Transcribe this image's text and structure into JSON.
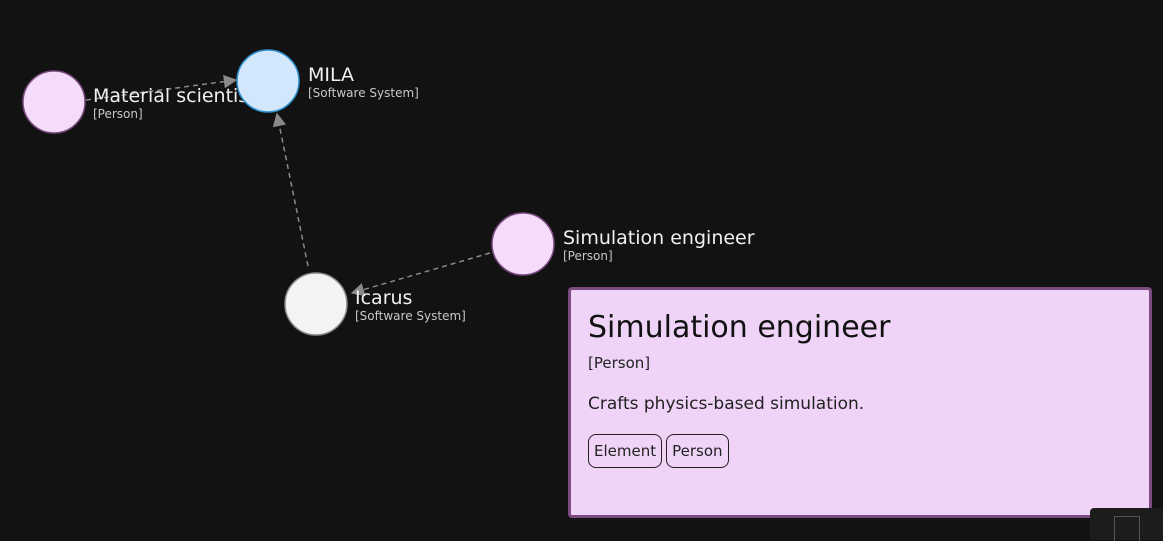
{
  "colors": {
    "background": "#121212",
    "person_fill": "#f6dcfb",
    "person_stroke": "#7a4a80",
    "system_fill": "#d2e6fc",
    "system_stroke": "#2e8fd0",
    "other_system_fill": "#f3f3f3",
    "other_system_stroke": "#8a8a8a",
    "tooltip_fill": "#efd4f8",
    "tooltip_border": "#7a4a80",
    "edge": "#8a8a8a"
  },
  "nodes": [
    {
      "id": "material-scientist",
      "name": "Material scientist",
      "type": "[Person]",
      "kind": "person"
    },
    {
      "id": "mila",
      "name": "MILA",
      "type": "[Software System]",
      "kind": "system-highlight"
    },
    {
      "id": "simulation-engineer",
      "name": "Simulation engineer",
      "type": "[Person]",
      "kind": "person"
    },
    {
      "id": "icarus",
      "name": "Icarus",
      "type": "[Software System]",
      "kind": "system"
    }
  ],
  "edges": [
    {
      "from": "material-scientist",
      "to": "mila",
      "style": "dashed"
    },
    {
      "from": "icarus",
      "to": "mila",
      "style": "dashed"
    },
    {
      "from": "simulation-engineer",
      "to": "icarus",
      "style": "dashed"
    }
  ],
  "tooltip": {
    "title": "Simulation engineer",
    "type": "[Person]",
    "description": "Crafts physics-based simulation.",
    "tags": [
      "Element",
      "Person"
    ]
  }
}
